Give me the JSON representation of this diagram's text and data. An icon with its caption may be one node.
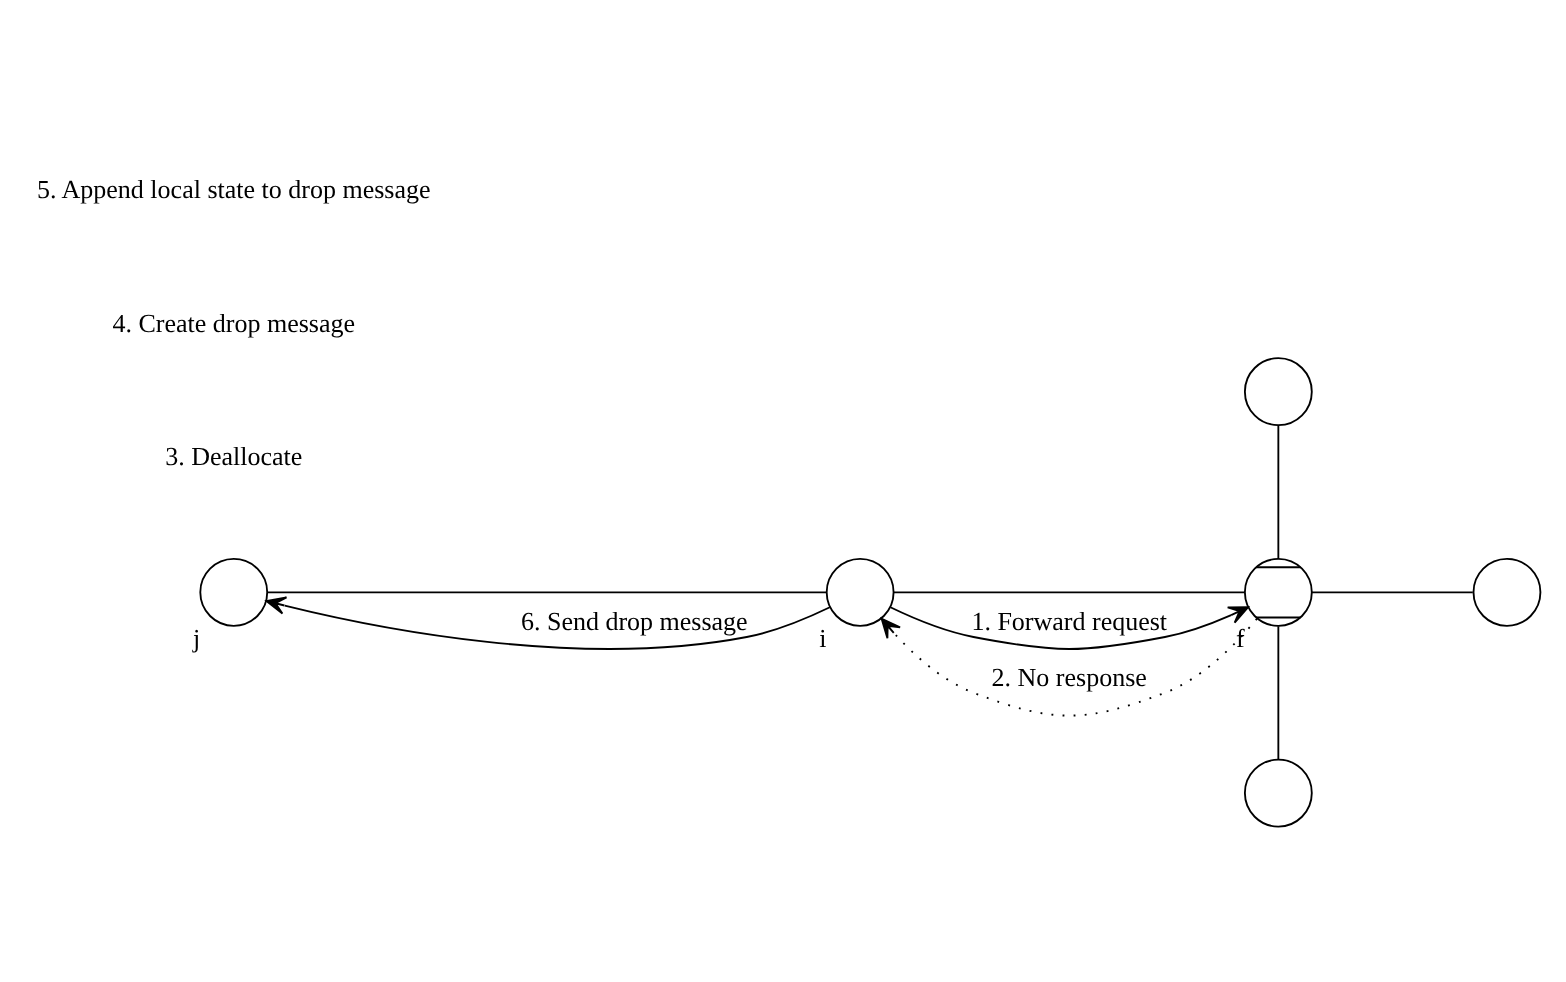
{
  "diagram": {
    "nodes": [
      {
        "text": [],
        "shape": "circle"
      },
      {
        "text": [],
        "shape": "circle",
        "beside": [
          "j"
        ]
      },
      {
        "text": [],
        "shape": "circle",
        "beside": [
          "i"
        ]
      },
      {
        "text": [],
        "shape": "crossed-circle",
        "beside": [
          "f"
        ]
      },
      {
        "text": [],
        "shape": "circle"
      },
      {
        "text": [],
        "shape": "circle"
      }
    ],
    "edges": [
      {
        "from": 1,
        "to": 2,
        "arrow": "none"
      },
      {
        "from": 2,
        "to": 3,
        "arrow": "none"
      },
      {
        "from": 3,
        "to": 0,
        "arrow": "none"
      },
      {
        "from": 3,
        "to": 4,
        "arrow": "none"
      },
      {
        "from": 3,
        "to": 5,
        "arrow": "none"
      },
      {
        "from": 2,
        "to": 3,
        "arrow": "to",
        "label": "1. Forward request"
      },
      {
        "from": 3,
        "to": 2,
        "arrow": "to",
        "label": "2. No response",
        "style": "dashed"
      },
      {
        "from": 2,
        "to": 1,
        "arrow": "to",
        "label": "6. Send drop message"
      }
    ],
    "labels": [
      "3. Deallocate",
      "4. Create drop message",
      "5. Append local state to drop message"
    ]
  }
}
